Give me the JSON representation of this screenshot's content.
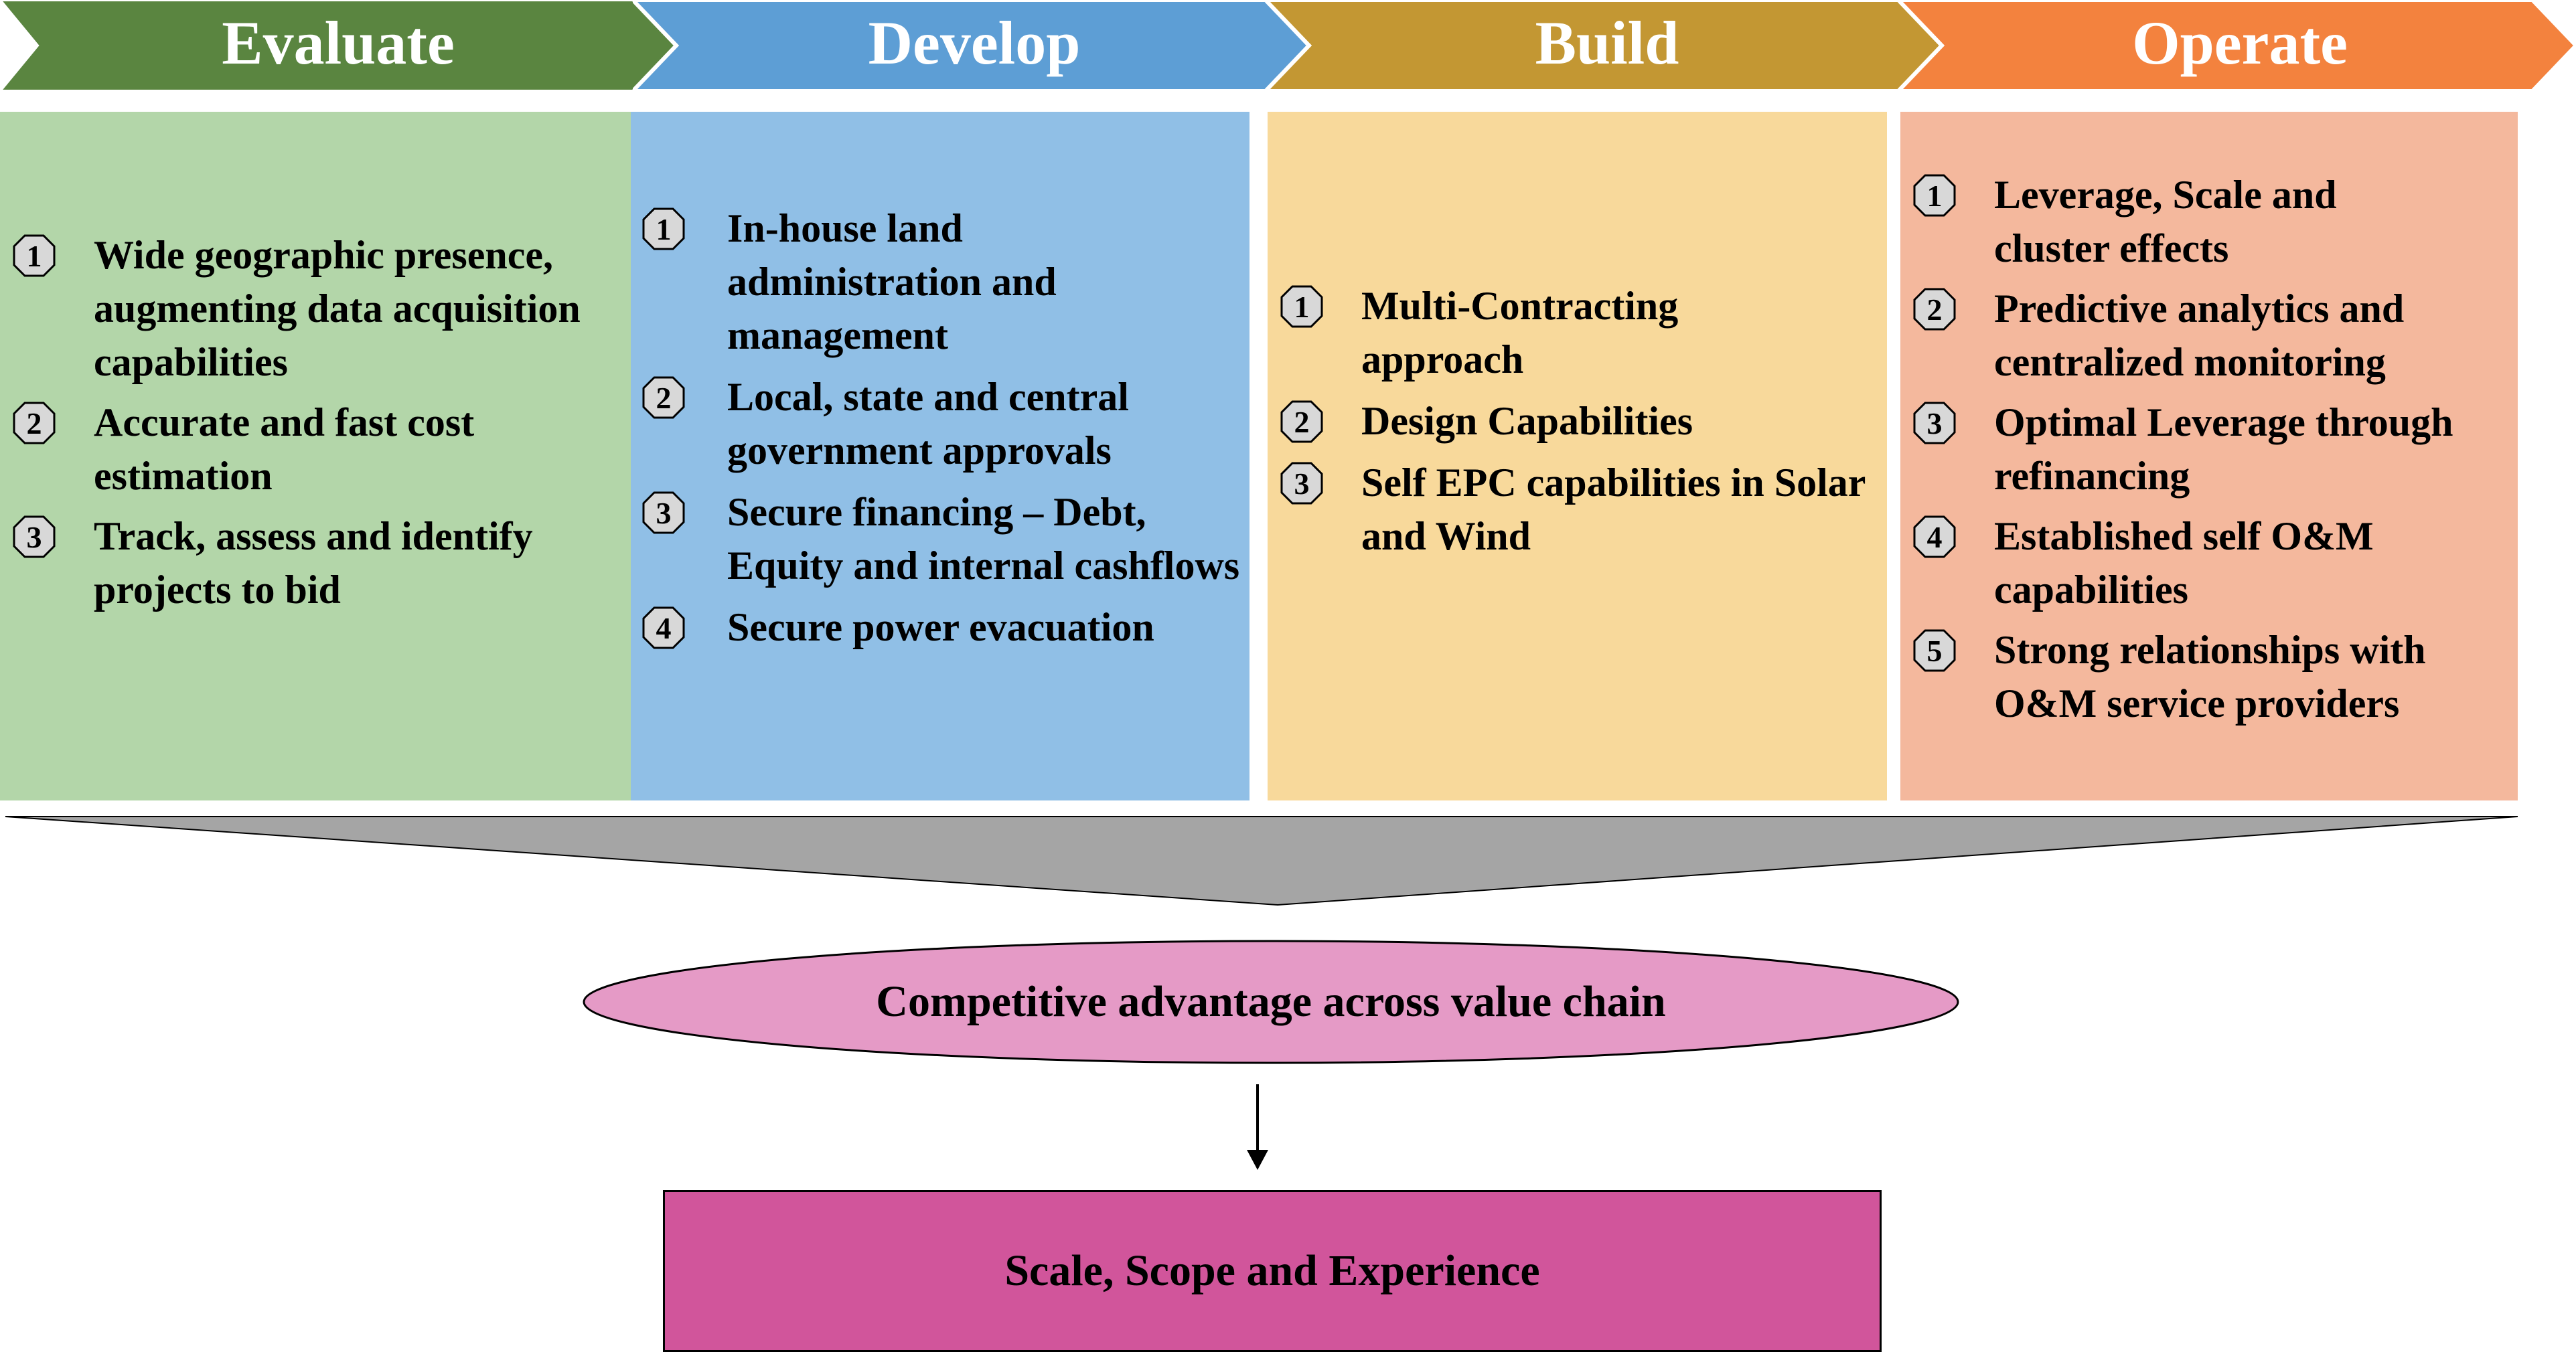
{
  "colors": {
    "evaluate_header": "#5a8540",
    "evaluate_panel": "#b3d6a9",
    "develop_header": "#5d9ed5",
    "develop_panel": "#90bfe6",
    "build_header": "#c39733",
    "build_panel": "#f8d99b",
    "operate_header": "#f3823e",
    "operate_panel": "#f4b89d",
    "funnel": "#a5a5a5",
    "ellipse": "#e59ac6",
    "result_box": "#d1559b"
  },
  "stages": [
    {
      "title": "Evaluate",
      "items": [
        {
          "num": "1",
          "text": "Wide geographic presence, augmenting data acquisition capabilities"
        },
        {
          "num": "2",
          "text": "Accurate and fast cost estimation"
        },
        {
          "num": "3",
          "text": "Track, assess and identify projects to bid"
        }
      ]
    },
    {
      "title": "Develop",
      "items": [
        {
          "num": "1",
          "text": "In-house land administration and management"
        },
        {
          "num": "2",
          "text": "Local, state and central government approvals"
        },
        {
          "num": "3",
          "text": "Secure financing – Debt, Equity and internal cashflows"
        },
        {
          "num": "4",
          "text": "Secure power evacuation"
        }
      ]
    },
    {
      "title": "Build",
      "items": [
        {
          "num": "1",
          "text": "Multi-Contracting approach"
        },
        {
          "num": "2",
          "text": "Design Capabilities"
        },
        {
          "num": "3",
          "text": "Self EPC capabilities in Solar and Wind"
        }
      ]
    },
    {
      "title": "Operate",
      "items": [
        {
          "num": "1",
          "text": "Leverage, Scale and cluster effects"
        },
        {
          "num": "2",
          "text": "Predictive analytics and centralized monitoring"
        },
        {
          "num": "3",
          "text": "Optimal Leverage through refinancing"
        },
        {
          "num": "4",
          "text": "Established self O&M capabilities"
        },
        {
          "num": "5",
          "text": "Strong relationships with O&M service providers"
        }
      ]
    }
  ],
  "outcome": {
    "ellipse_label": "Competitive advantage across value chain",
    "box_label": "Scale, Scope and Experience"
  }
}
